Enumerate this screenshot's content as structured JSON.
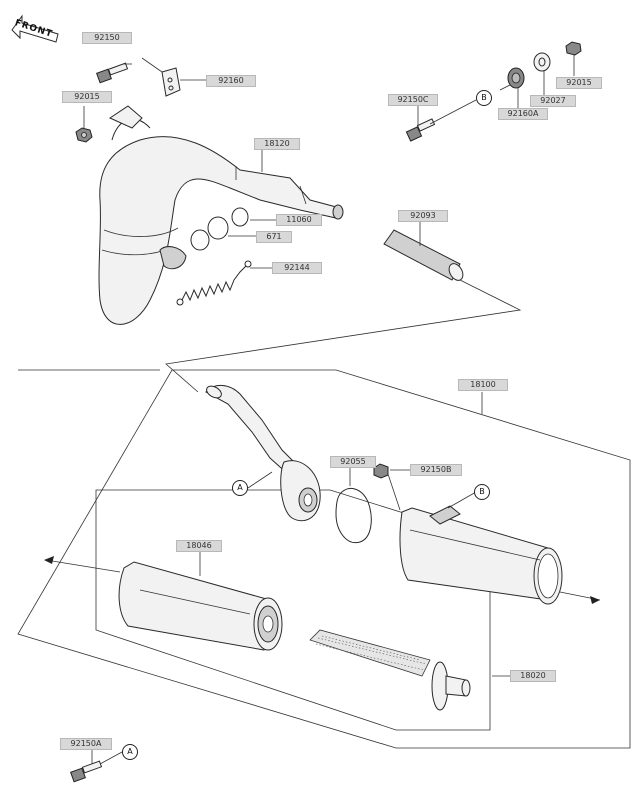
{
  "front_label": "FRONT",
  "parts": [
    {
      "id": "p-92150-top",
      "number": "92150"
    },
    {
      "id": "p-92160",
      "number": "92160"
    },
    {
      "id": "p-92015-left",
      "number": "92015"
    },
    {
      "id": "p-92150c",
      "number": "92150C"
    },
    {
      "id": "p-92160a",
      "number": "92160A"
    },
    {
      "id": "p-92027",
      "number": "92027"
    },
    {
      "id": "p-92015-right",
      "number": "92015"
    },
    {
      "id": "p-18120",
      "number": "18120"
    },
    {
      "id": "p-11060",
      "number": "11060"
    },
    {
      "id": "p-671",
      "number": "671"
    },
    {
      "id": "p-92093",
      "number": "92093"
    },
    {
      "id": "p-92144",
      "number": "92144"
    },
    {
      "id": "p-18100",
      "number": "18100"
    },
    {
      "id": "p-92055",
      "number": "92055"
    },
    {
      "id": "p-92150b",
      "number": "92150B"
    },
    {
      "id": "p-18046",
      "number": "18046"
    },
    {
      "id": "p-18020",
      "number": "18020"
    },
    {
      "id": "p-92150a",
      "number": "92150A"
    }
  ],
  "callouts": {
    "b_top": "B",
    "a_mid": "A",
    "b_mid": "B",
    "a_bottom": "A"
  }
}
